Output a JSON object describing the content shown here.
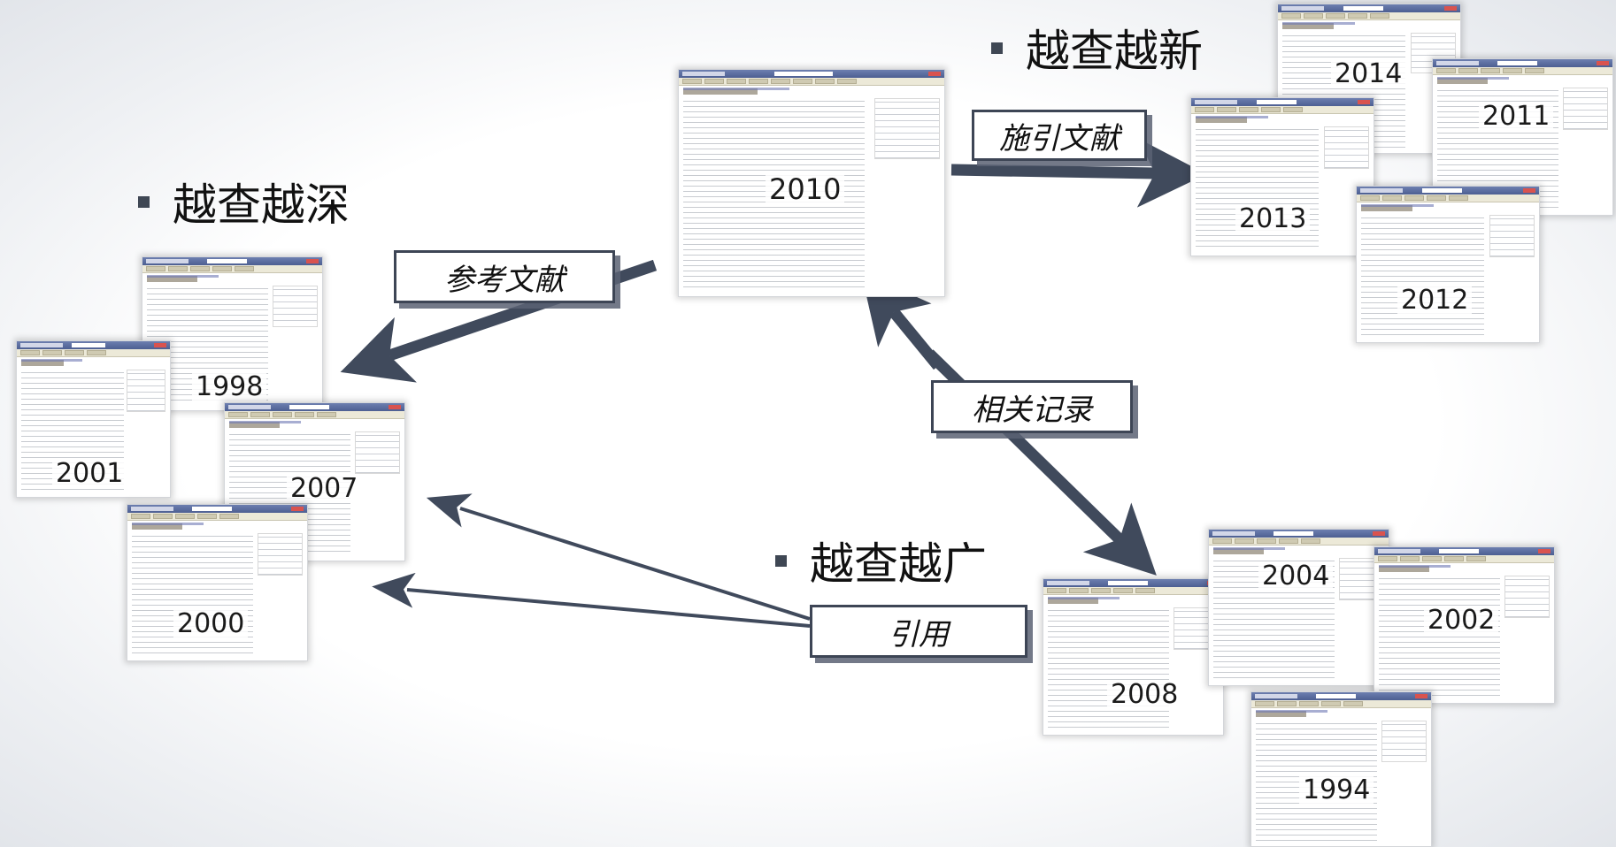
{
  "headings": {
    "deep": "越查越深",
    "new": "越查越新",
    "wide": "越查越广"
  },
  "labels": {
    "references": "参考文献",
    "citing": "施引文献",
    "related": "相关记录",
    "cite": "引用"
  },
  "records": [
    {
      "id": "center",
      "year": "2010"
    },
    {
      "id": "r1998",
      "year": "1998"
    },
    {
      "id": "r2001",
      "year": "2001"
    },
    {
      "id": "r2007",
      "year": "2007"
    },
    {
      "id": "r2000",
      "year": "2000"
    },
    {
      "id": "r2014",
      "year": "2014"
    },
    {
      "id": "r2011",
      "year": "2011"
    },
    {
      "id": "r2013",
      "year": "2013"
    },
    {
      "id": "r2012",
      "year": "2012"
    },
    {
      "id": "r2008",
      "year": "2008"
    },
    {
      "id": "r2004",
      "year": "2004"
    },
    {
      "id": "r2002",
      "year": "2002"
    },
    {
      "id": "r1994",
      "year": "1994"
    }
  ],
  "colors": {
    "arrow": "#404a5c",
    "bullet": "#3f4754",
    "label_border": "#3d4555"
  },
  "icons": {
    "bullet": "square-bullet-icon"
  }
}
